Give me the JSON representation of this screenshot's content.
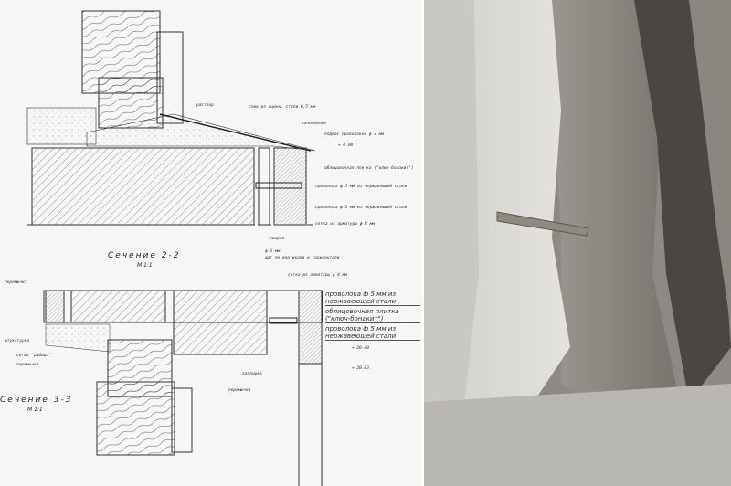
{
  "drawing": {
    "section_2": {
      "title": "Сечение 2-2",
      "scale": "М 1:1"
    },
    "section_3": {
      "title": "Сечение 3-3",
      "scale": "М 1:1"
    },
    "labels_top": [
      "раствор",
      "слив из оцинк. стали 0,5 мм",
      "заполнение",
      "подкос проволокой ф 3 мм",
      "+ 0.00",
      "облицовочная плитка (\"ключ-бонакит\")",
      "проволока ф 5 мм из нержавеющей стали",
      "проволока ф 3 мм из нержавеющей стали",
      "сетка из арматуры ф 4 мм",
      "сварка",
      "ф 6 мм",
      "шаг по вертикали и горизонтали"
    ],
    "labels_bottom": [
      "перемычка",
      "сетка из арматуры ф 4 мм",
      "проволока ф 5 мм из нержавеющей стали",
      "облицовочная плитка (\"ключ-бонакит\")",
      "проволока ф 5 мм из нержавеющей стали",
      "штукатурка",
      "сетка \"рабица\"",
      "перемычка",
      "+ 20.60",
      "+ 20.63",
      "заглушка",
      "перемычка"
    ]
  },
  "colors": {
    "paper": "#f6f6f4",
    "ink": "#333333",
    "concrete": "#b8b6b2",
    "crack": "#3a3634",
    "wire": "#8f8a80"
  }
}
